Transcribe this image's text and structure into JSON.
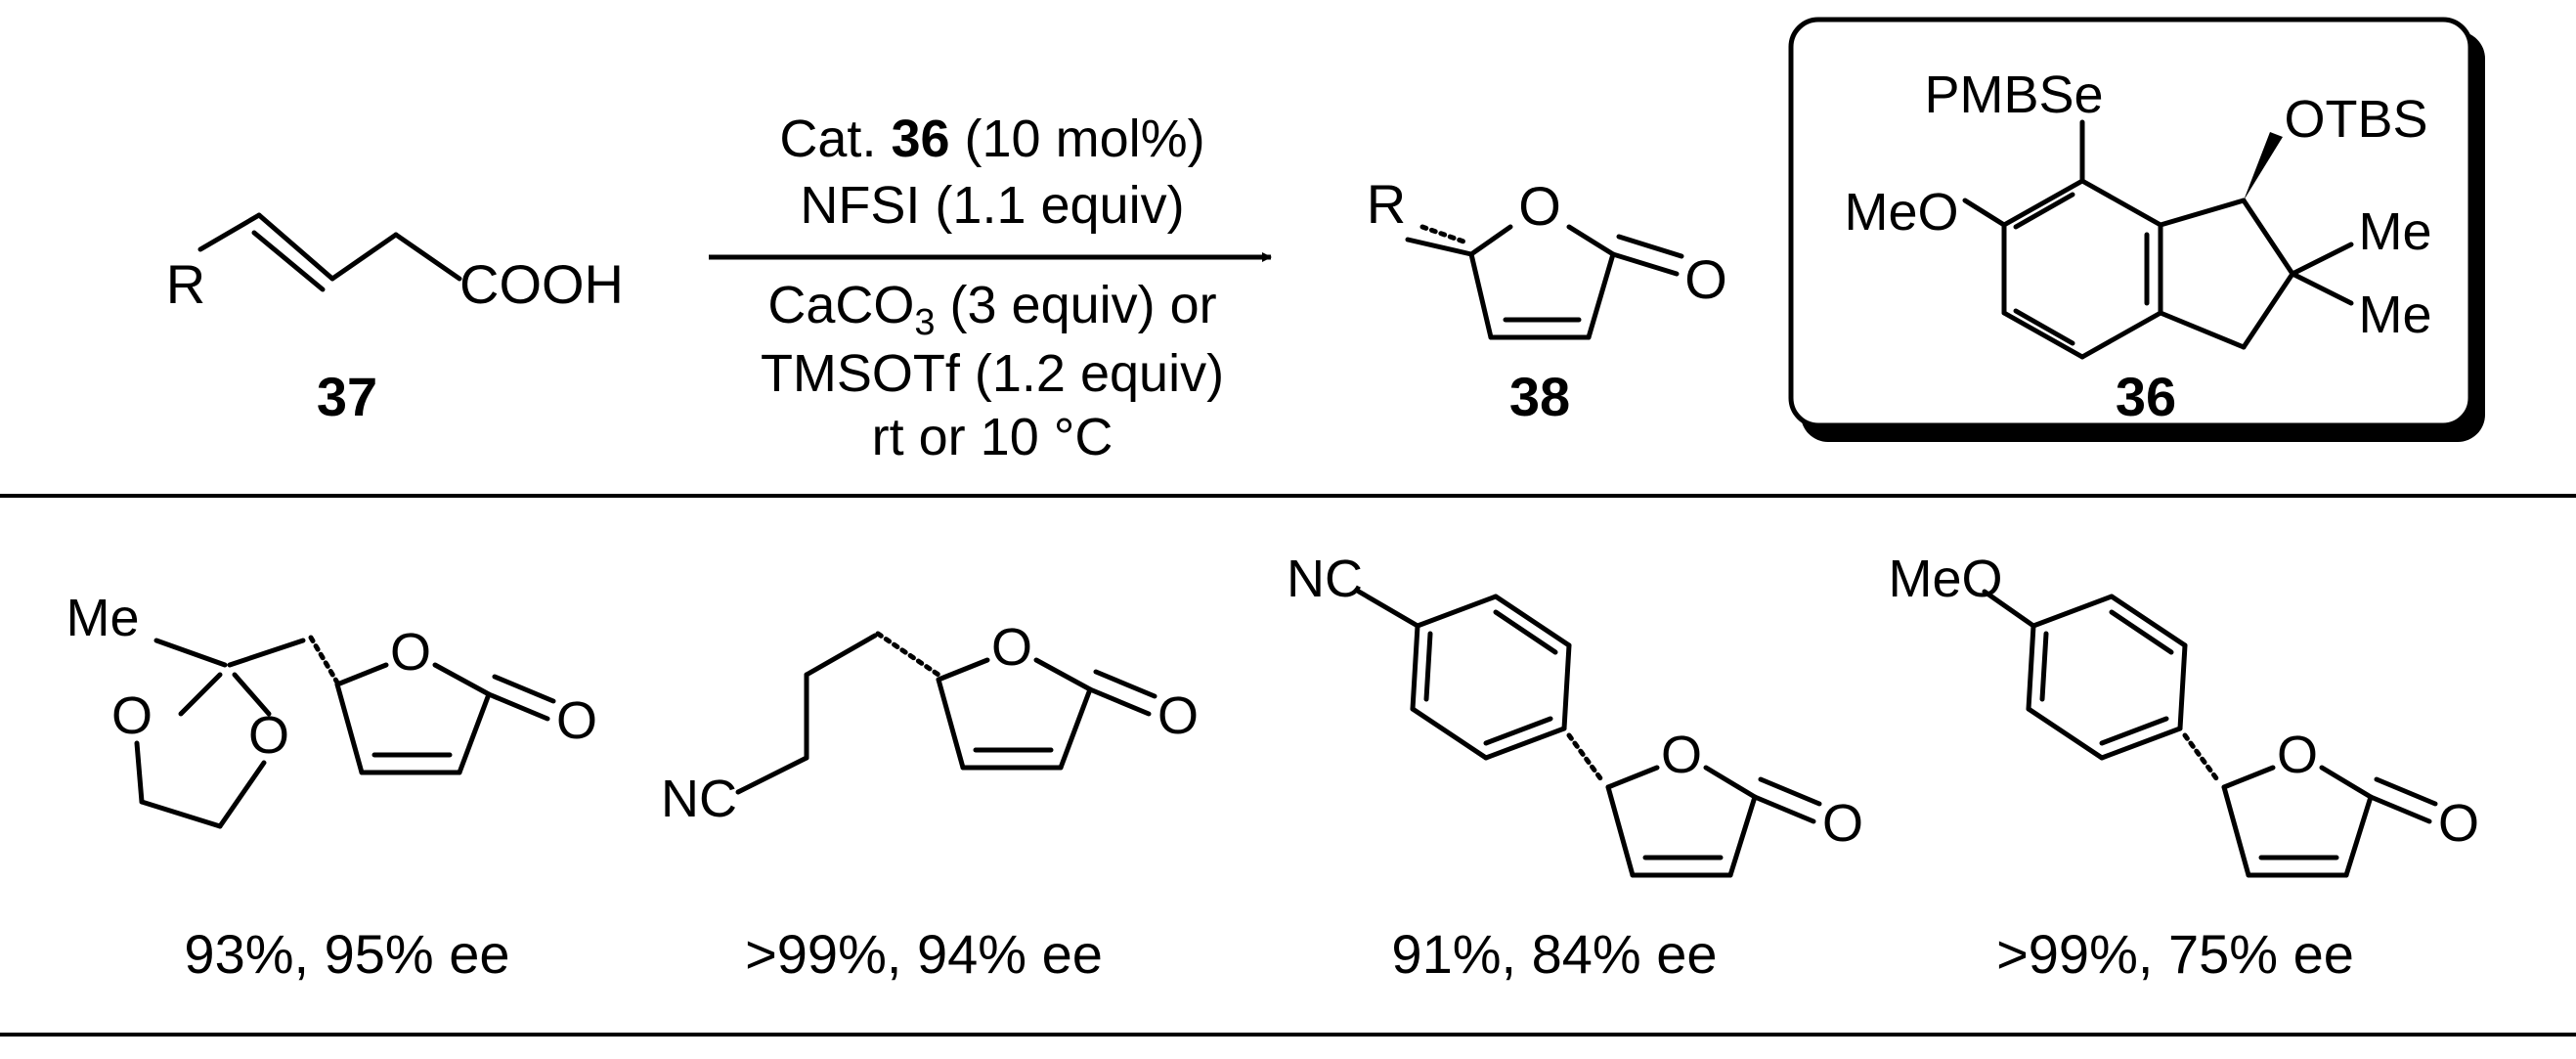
{
  "reaction": {
    "reactant_R": "R",
    "reactant_cooh": "COOH",
    "reactant_label": "37",
    "conditions_above": {
      "cat_prefix": "Cat. ",
      "cat_number": "36",
      "cat_suffix": " (10 mol%)",
      "line2": "NFSI (1.1 equiv)"
    },
    "conditions_below": {
      "line1_prefix": "CaCO",
      "line1_sub": "3",
      "line1_suffix": " (3 equiv) or",
      "line2": "TMSOTf (1.2 equiv)",
      "line3": "rt or 10 °C"
    },
    "product_R": "R",
    "product_O_ring": "O",
    "product_O_carbonyl": "O",
    "product_label": "38"
  },
  "catalyst_box": {
    "pmbse": "PMBSe",
    "otbs": "OTBS",
    "meo": "MeO",
    "me1": "Me",
    "me2": "Me",
    "label": "36"
  },
  "examples": [
    {
      "atoms": {
        "me": "Me",
        "o1": "O",
        "o2": "O",
        "ring_o": "O",
        "co": "O"
      },
      "result": "93%, 95% ee"
    },
    {
      "atoms": {
        "nc": "NC",
        "ring_o": "O",
        "co": "O"
      },
      "result": ">99%, 94% ee"
    },
    {
      "atoms": {
        "nc": "NC",
        "ring_o": "O",
        "co": "O"
      },
      "result": "91%, 84% ee"
    },
    {
      "atoms": {
        "meo": "MeO",
        "ring_o": "O",
        "co": "O"
      },
      "result": ">99%, 75% ee"
    }
  ],
  "colors": {
    "ink": "#000000",
    "background": "#ffffff",
    "box_fill": "#ffffff"
  }
}
